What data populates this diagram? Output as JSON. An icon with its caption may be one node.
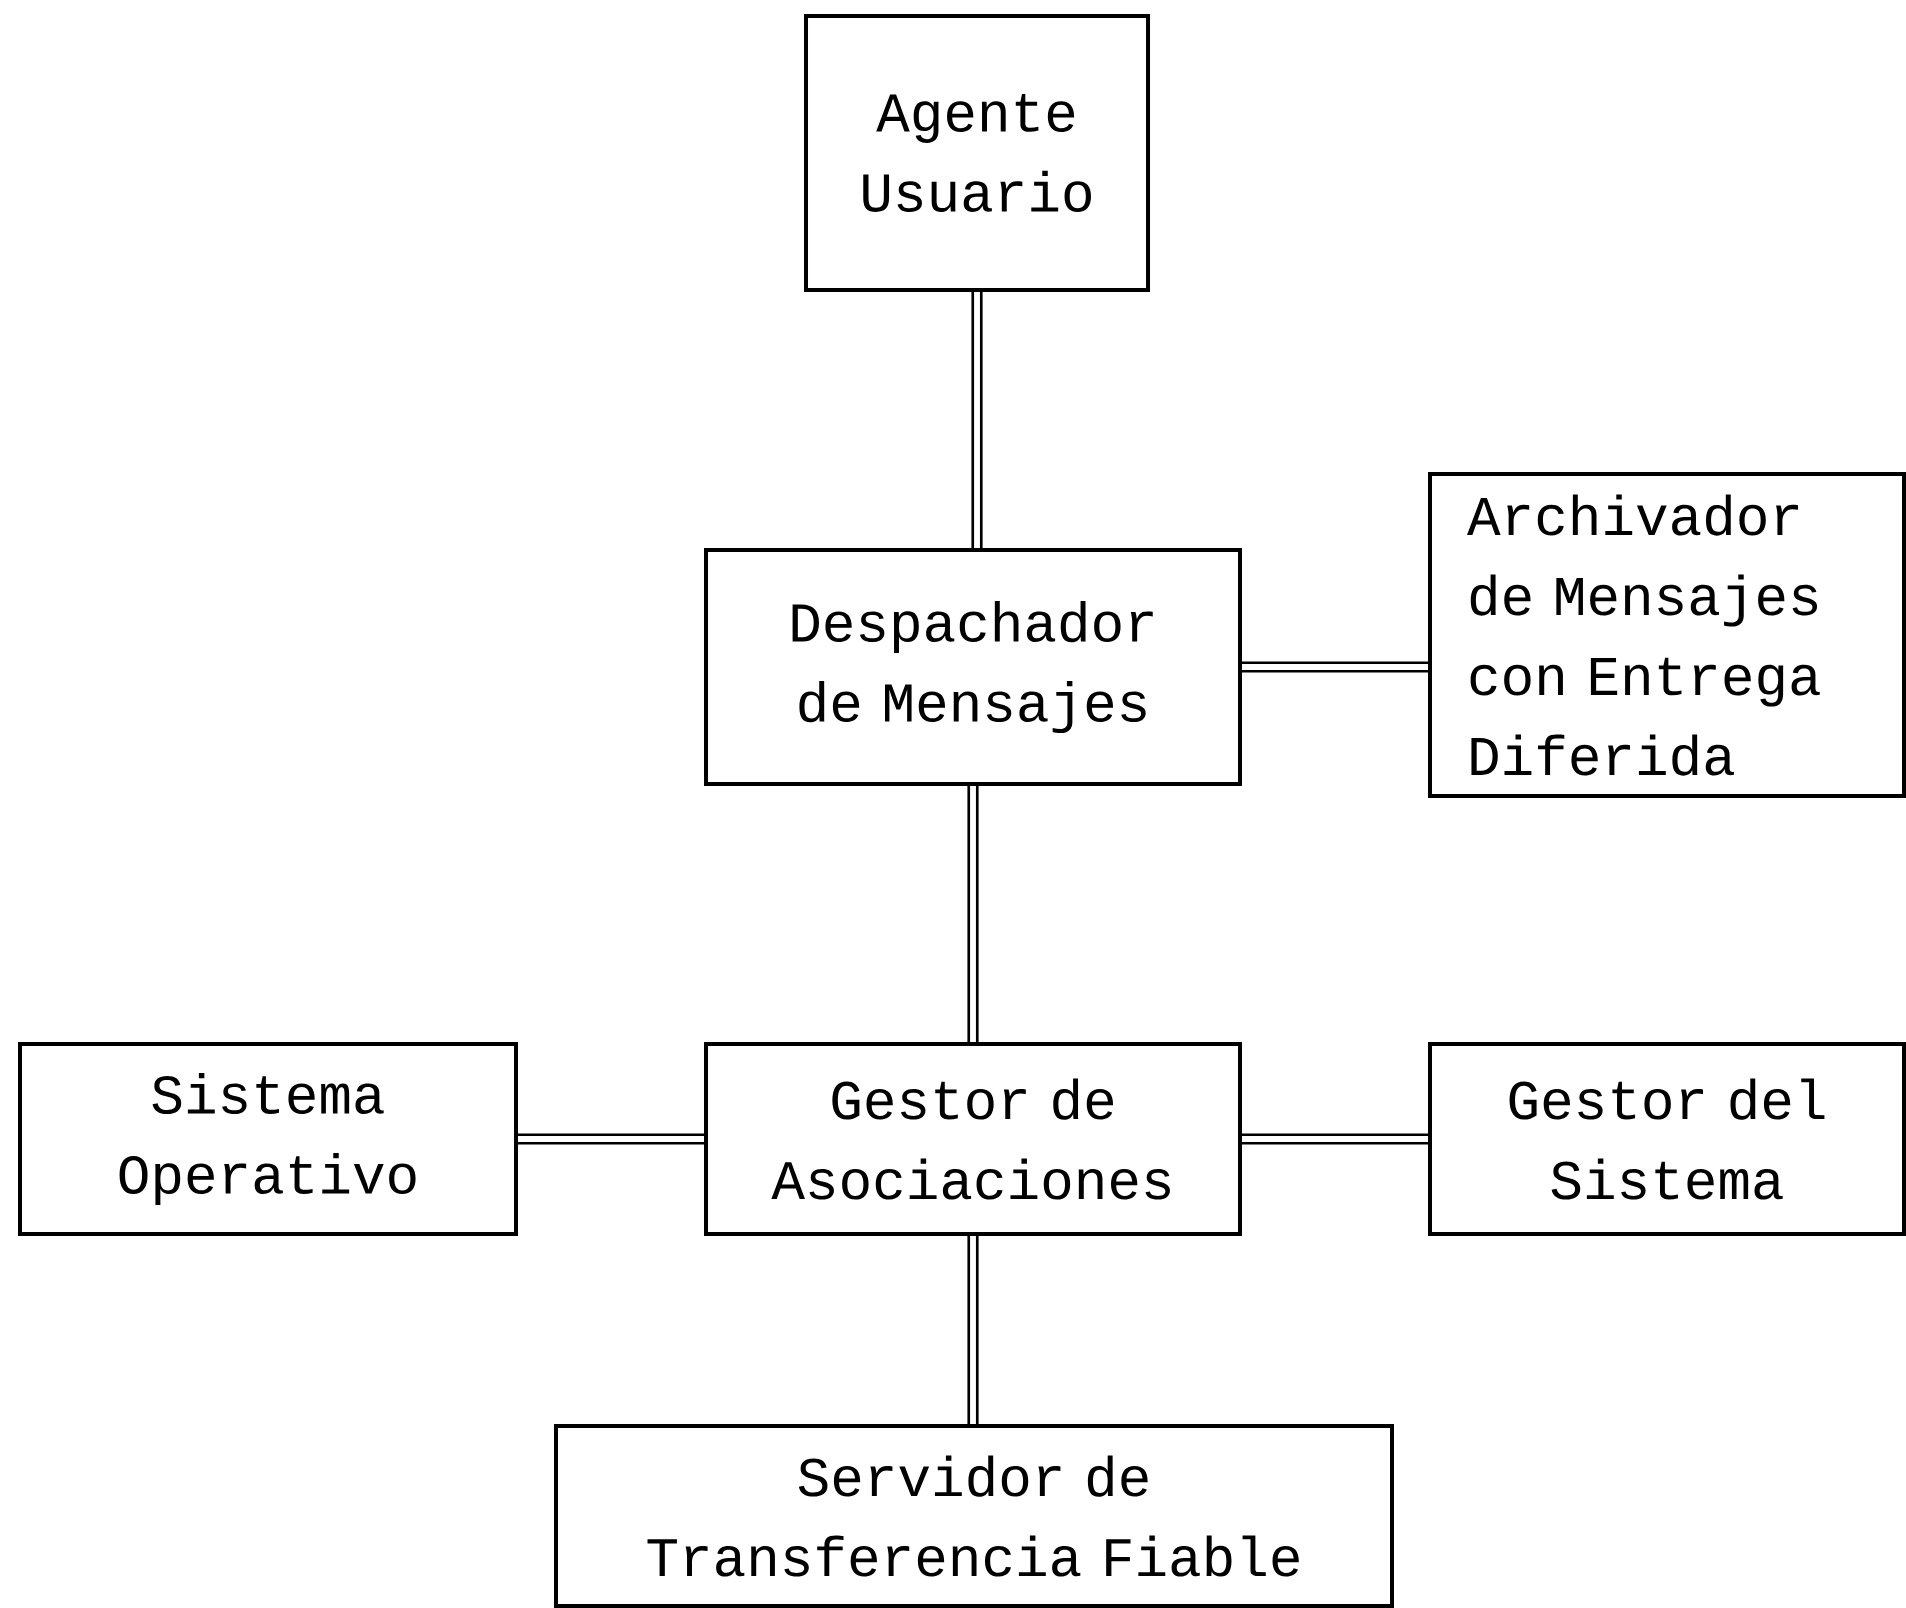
{
  "diagram": {
    "nodes": [
      {
        "text": [
          "Agente Usuario"
        ]
      },
      {
        "text": [
          "Despachador de Mensajes"
        ]
      },
      {
        "text": [
          "Archivador de Mensajes con Entrega Diferida"
        ]
      },
      {
        "text": [
          "Sistema Operativo"
        ]
      },
      {
        "text": [
          "Gestor de Asociaciones"
        ]
      },
      {
        "text": [
          "Gestor del Sistema"
        ]
      },
      {
        "text": [
          "Servidor de Transferencia Fiable"
        ]
      }
    ],
    "edges": [
      {
        "from": 0,
        "to": 1,
        "arrow": "none"
      },
      {
        "from": 1,
        "to": 2,
        "arrow": "none"
      },
      {
        "from": 1,
        "to": 4,
        "arrow": "none"
      },
      {
        "from": 3,
        "to": 4,
        "arrow": "none"
      },
      {
        "from": 4,
        "to": 5,
        "arrow": "none"
      },
      {
        "from": 4,
        "to": 6,
        "arrow": "none"
      }
    ]
  }
}
